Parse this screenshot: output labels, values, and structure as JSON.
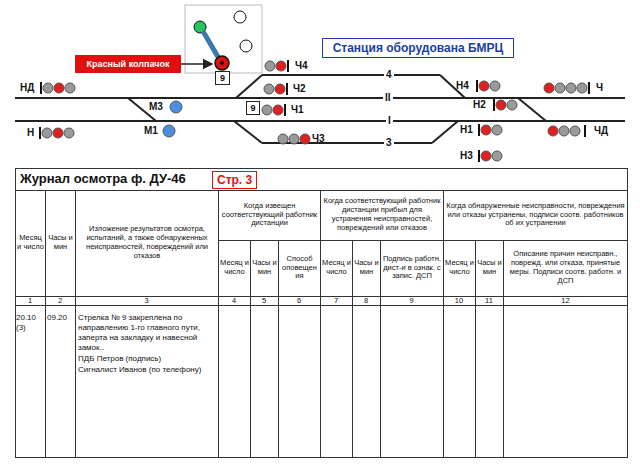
{
  "diagram": {
    "title": "Журнал осмотра ф. ДУ-46",
    "nodes": [
      {
        "text": [
          "Красный колпачок"
        ]
      },
      {
        "text": [
          "9"
        ]
      },
      {
        "text": [
          "Станция оборудована БМРЦ"
        ]
      },
      {
        "text": [
          "9"
        ]
      }
    ],
    "labels": [
      "НД",
      "Ч4",
      "Ч2",
      "М3",
      "Ч1",
      "М1",
      "Н",
      "Ч3",
      "4",
      "II",
      "I",
      "3",
      "Н4",
      "Ч",
      "Н2",
      "Н1",
      "ЧД",
      "Н3",
      "Стр. 3",
      "Месяц и число",
      "Часы и мин",
      "Изложение результатов осмотра, испытаний, а также обнаруженных неисправностей, повреждений или отказов",
      "Когда извещен соответствующий работник дистанции",
      "Месяц и число",
      "Часы и мин",
      "Способ оповещения",
      "Когда соответствующий работник дистанции прибыл для устранения неисправностей, повреждений или отказов",
      "Месяц и число",
      "Часы и мин",
      "Подпись работн. дист-и в ознак. с запис. ДСП",
      "Когда обнаруженные неисправности, повреждения или отказы устранены, подписи соотв. работников об их устранении",
      "Месяц и число",
      "Часы и мин",
      "Описание причин неисправн., поврежд. или отказа, принятые меры. Подписи соотв. работн. и ДСП",
      "1",
      "2",
      "3",
      "4",
      "5",
      "6",
      "7",
      "8",
      "9",
      "10",
      "11",
      "12",
      "20.10 (3)",
      "09.20",
      "Стрелка № 9 закреплена по направлению 1-го главного пути, заперта на закладку и навесной замок..",
      "ПДБ Петров (подпись)",
      "Сигналист Иванов (по телефону)"
    ]
  }
}
